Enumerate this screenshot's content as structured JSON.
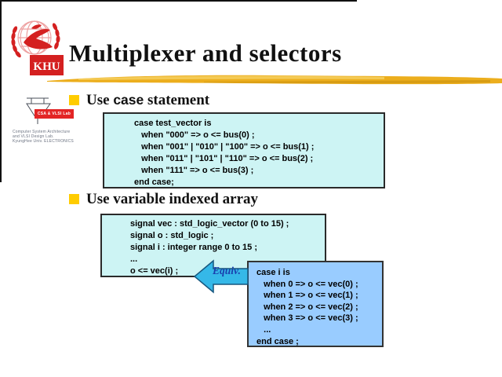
{
  "slide": {
    "title": "Multiplexer and selectors"
  },
  "bullets": {
    "first": {
      "pre": "Use ",
      "keyword": "case",
      "post": " statement"
    },
    "second": "Use variable indexed array"
  },
  "logo": {
    "khu": "KHU",
    "badge": "CSA & VLSI Lab",
    "caption_lines": [
      "Computer System Architecture",
      "and VLSI Design Lab.",
      "KyungHee Univ. ELECTRONICS"
    ]
  },
  "code_box1": {
    "lines": [
      "case test_vector is",
      "   when \"000\" => o <= bus(0) ;",
      "   when \"001\" | \"010\" | \"100\" => o <= bus(1) ;",
      "   when \"011\" | \"101\" | \"110\" => o <= bus(2) ;",
      "   when \"111\" => o <= bus(3) ;",
      "end case;"
    ]
  },
  "code_box2": {
    "lines": [
      "signal vec : std_logic_vector (0 to 15) ;",
      "signal o : std_logic ;",
      "signal i : integer range 0 to 15 ;",
      "...",
      "o <= vec(i) ;"
    ]
  },
  "code_box3": {
    "lines": [
      "case i is",
      "   when 0 => o <= vec(0) ;",
      "   when 1 => o <= vec(1) ;",
      "   when 2 => o <= vec(2) ;",
      "   when 3 => o <= vec(3) ;",
      "   ...",
      "end case ;"
    ]
  },
  "arrow": {
    "label": "Equiv."
  },
  "colors": {
    "bullet_yellow": "#ffcc00",
    "code_box_cyan": "#cdf4f4",
    "code_box_blue": "#99ccff",
    "arrow_cyan": "#35b8e8",
    "gold_stroke": "#ecae1d",
    "logo_red": "#d42020",
    "equiv_text_blue": "#1a3fae"
  }
}
